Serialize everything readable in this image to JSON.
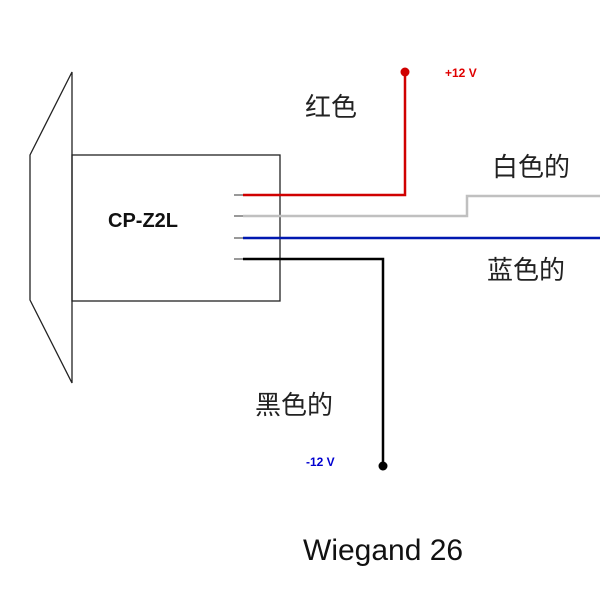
{
  "device": {
    "name": "CP-Z2L"
  },
  "wires": {
    "red": {
      "label": "红色",
      "voltage": "+12 V",
      "color": "#d00000"
    },
    "white": {
      "label": "白色的",
      "color": "#c0c0c0"
    },
    "blue": {
      "label": "蓝色的",
      "color": "#0018b0"
    },
    "black": {
      "label": "黑色的",
      "voltage": "-12 V",
      "color": "#000000"
    }
  },
  "voltage_colors": {
    "positive": "#e00000",
    "negative": "#0000d0"
  },
  "caption": "Wiegand 26"
}
